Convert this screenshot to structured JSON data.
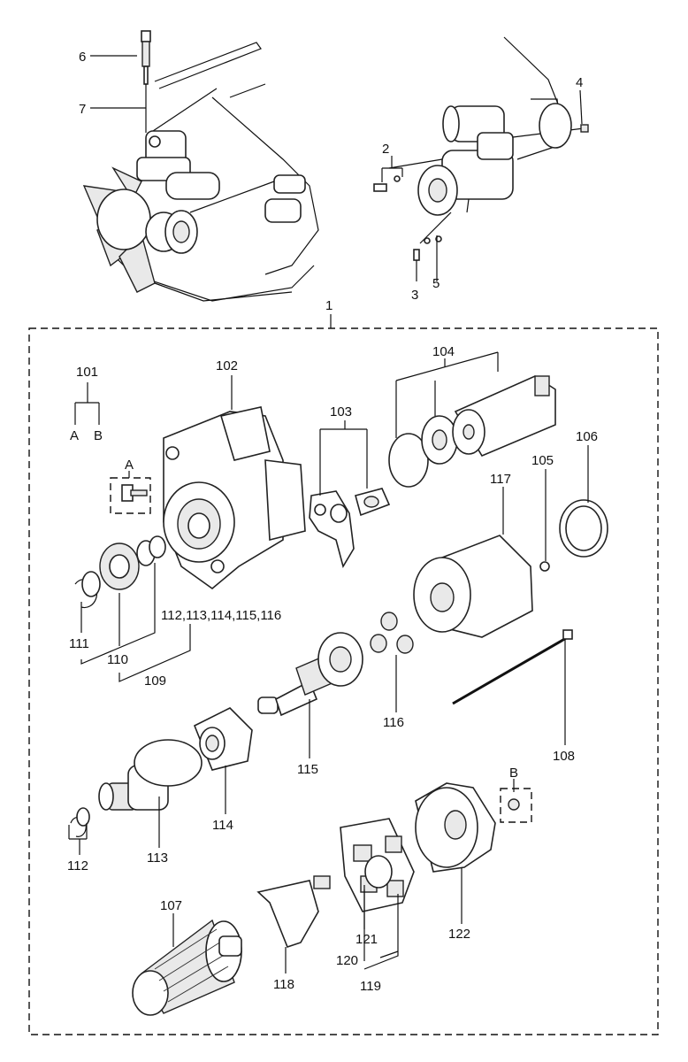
{
  "labels": {
    "l1": "1",
    "l2": "2",
    "l3": "3",
    "l4": "4",
    "l5": "5",
    "l6": "6",
    "l7": "7",
    "l101": "101",
    "l102": "102",
    "l103": "103",
    "l104": "104",
    "l105": "105",
    "l106": "106",
    "l107": "107",
    "l108": "108",
    "l109": "109",
    "l110": "110",
    "l111": "111",
    "l112": "112",
    "l113": "113",
    "l114": "114",
    "l115": "115",
    "l116": "116",
    "l117": "117",
    "l118": "118",
    "l119": "119",
    "l120": "120",
    "l121": "121",
    "l122": "122",
    "l112set": "112,113,114,115,116",
    "lA": "A",
    "lB": "B",
    "lA2": "A",
    "lB2": "B"
  }
}
